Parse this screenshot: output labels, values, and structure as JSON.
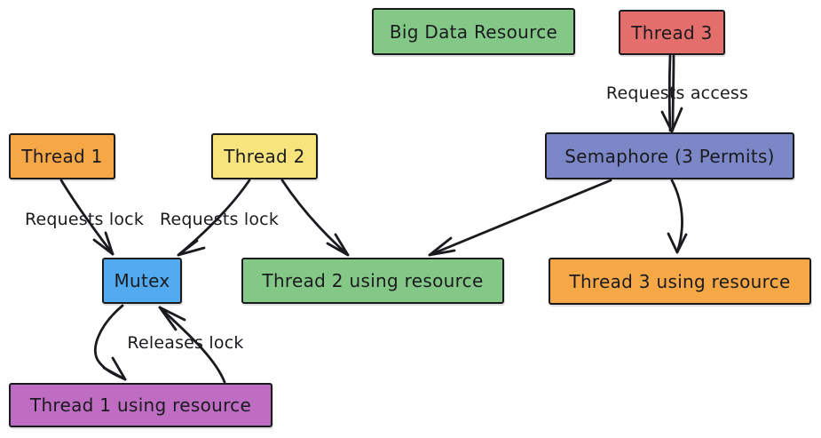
{
  "diagram": {
    "stroke_color": "#1b1b1f",
    "nodes": {
      "big_data_resource": {
        "label": "Big Data Resource",
        "fill": "#84c887"
      },
      "thread_3": {
        "label": "Thread 3",
        "fill": "#e46e6b"
      },
      "semaphore": {
        "label": "Semaphore (3 Permits)",
        "fill": "#7b87c6"
      },
      "thread_1": {
        "label": "Thread 1",
        "fill": "#f6a847"
      },
      "thread_2": {
        "label": "Thread 2",
        "fill": "#f8e47d"
      },
      "mutex": {
        "label": "Mutex",
        "fill": "#52aaf0"
      },
      "thread_2_using": {
        "label": "Thread 2 using resource",
        "fill": "#84c887"
      },
      "thread_3_using": {
        "label": "Thread 3 using resource",
        "fill": "#f6a847"
      },
      "thread_1_using": {
        "label": "Thread 1 using resource",
        "fill": "#bf6cc3"
      }
    },
    "edge_labels": {
      "requests_access": "Requests access",
      "requests_lock_1": "Requests lock",
      "requests_lock_2": "Requests lock",
      "releases_lock": "Releases lock"
    }
  }
}
